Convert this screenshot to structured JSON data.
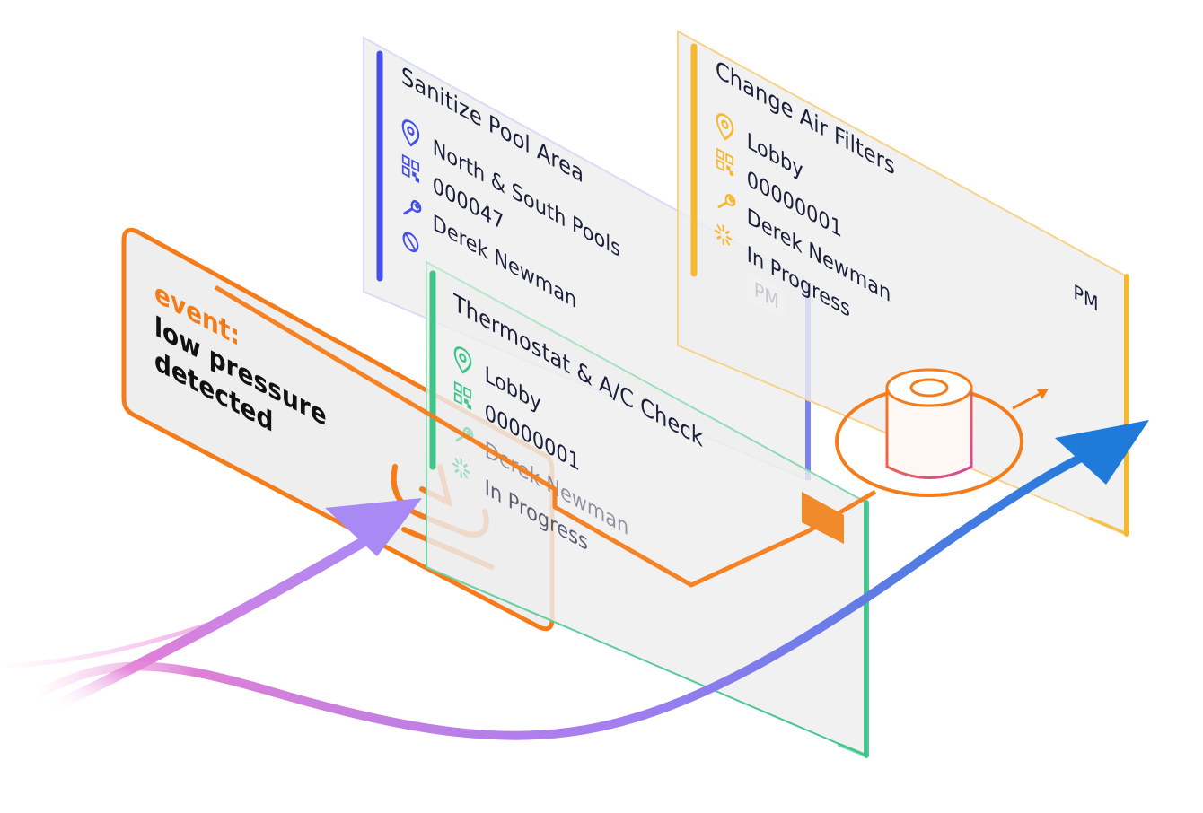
{
  "colors": {
    "blue_accent": "#4650e6",
    "yellow_accent": "#f5b82e",
    "green_accent": "#3fc48a",
    "orange_accent": "#f47c1a",
    "text": "#1b1f3a",
    "purple_arrow": "#a98af5",
    "blue_arrow": "#1f7ad9"
  },
  "event_card": {
    "label": "event:",
    "line1": "low pressure",
    "line2": "detected",
    "icon": "pressure-gauge-icon"
  },
  "work_orders": [
    {
      "title": "Sanitize Pool Area",
      "location": "North & South Pools",
      "id": "000047",
      "assignee": "Derek Newman",
      "badge": "PM",
      "accent": "blue"
    },
    {
      "title": "Change Air Filters",
      "location": "Lobby",
      "id": "00000001",
      "assignee": "Derek Newman",
      "status": "In Progress",
      "badge": "PM",
      "accent": "yellow"
    },
    {
      "title": "Thermostat & A/C Check",
      "location": "Lobby",
      "id": "00000001",
      "assignee": "Derek Newman",
      "status": "In Progress",
      "accent": "green"
    }
  ],
  "icons": [
    "location-pin-icon",
    "qr-code-icon",
    "wrench-icon",
    "status-spinner-icon",
    "air-filter-icon"
  ]
}
